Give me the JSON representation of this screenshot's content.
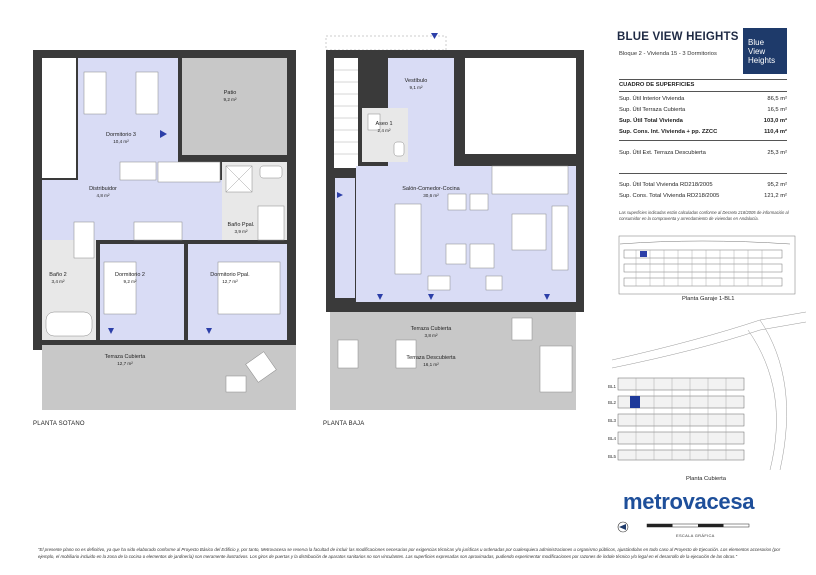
{
  "project": {
    "title": "BLUE VIEW HEIGHTS",
    "subtitle": "Bloque 2 - Vivienda 15 - 3 Dormitorios",
    "logo_lines": [
      "Blue",
      "View",
      "Heights"
    ],
    "brand": "metrovacesa"
  },
  "surfaces": {
    "heading": "CUADRO DE SUPERFICIES",
    "rows": [
      {
        "label": "Sup. Útil Interior Vivienda",
        "value": "86,5 m²",
        "bold": false
      },
      {
        "label": "Sup. Útil Terraza Cubierta",
        "value": "16,5 m²",
        "bold": false
      },
      {
        "label": "Sup. Útil Total Vivienda",
        "value": "103,0 m²",
        "bold": true
      },
      {
        "label": "Sup. Cons. Int. Vivienda + pp. ZZCC",
        "value": "110,4 m²",
        "bold": true
      },
      {
        "label": "Sup. Útil Ext. Terraza Descubierta",
        "value": "25,3 m²",
        "bold": false
      },
      {
        "label": "Sup. Útil Total Vivienda RD218/2005",
        "value": "95,2 m²",
        "bold": false
      },
      {
        "label": "Sup. Cons. Total Vivienda RD218/2005",
        "value": "121,2 m²",
        "bold": false
      }
    ],
    "note": "Las superficies indicadas están calculadas conforme al Decreto 218/2005 de información al consumidor en la compraventa y arrendamiento de viviendas en Andalucía."
  },
  "key_plans": {
    "garage": "Planta Garaje 1-BL1",
    "roof": "Planta Cubierta",
    "block_labels": [
      "BL1",
      "BL2",
      "BL3",
      "BL4",
      "BL5"
    ]
  },
  "scale_label": "ESCALA GRÁFICA",
  "plans": {
    "sotano": {
      "title": "PLANTA SOTANO",
      "rooms": [
        {
          "name": "Patio",
          "area": "9,2 m²"
        },
        {
          "name": "Dormitorio 3",
          "area": "10,4 m²"
        },
        {
          "name": "Distribuidor",
          "area": "4,8 m²"
        },
        {
          "name": "Baño Ppal.",
          "area": "3,9 m²"
        },
        {
          "name": "Baño 2",
          "area": "3,4 m²"
        },
        {
          "name": "Dormitorio 2",
          "area": "9,2 m²"
        },
        {
          "name": "Dormitorio Ppal.",
          "area": "12,7 m²"
        },
        {
          "name": "Terraza Cubierta",
          "area": "12,7 m²"
        }
      ]
    },
    "baja": {
      "title": "PLANTA BAJA",
      "rooms": [
        {
          "name": "Vestíbulo",
          "area": "9,1 m²"
        },
        {
          "name": "Aseo 1",
          "area": "2,4 m²"
        },
        {
          "name": "Salón-Comedor-Cocina",
          "area": "30,6 m²"
        },
        {
          "name": "Terraza Cubierta",
          "area": "3,8 m²"
        },
        {
          "name": "Terraza Descubierta",
          "area": "16,1 m²"
        }
      ]
    }
  },
  "colors": {
    "room_fill": "#d9dcf5",
    "wall": "#3a3a3a",
    "terrace": "#c8c8c8",
    "marker": "#2c3fa8",
    "brand": "#1e4f9a",
    "logo_bg": "#1e3a6a"
  },
  "disclaimer": "\"El presente plano no es definitivo, ya que ha sido elaborado conforme al Proyecto Básico del Edificio y, por tanto, Metrovacesa se reserva la facultad de incluir las modificaciones necesarias por exigencias técnicas y/o jurídicas u ordenadas por cualesquiera administraciones u organismo públicos, ajustándolas en todo caso al Proyecto de Ejecución. Los elementos accesorios (por ejemplo, el mobiliario incluido en la zona de la cocina o elementos de jardinería) son meramente ilustrativos. Los giros de puertas y la distribución de aparatos sanitarios no son vinculantes. Las superficies expresadas son aproximadas, pudiendo experimentar modificaciones por razones de índole técnico y/o legal en el desarrollo de la ejecución de las obras.\""
}
